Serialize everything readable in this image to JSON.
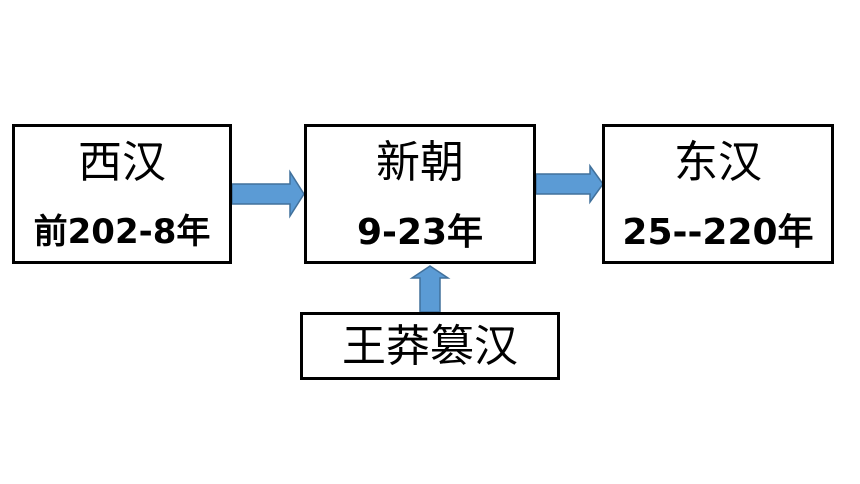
{
  "colors": {
    "arrow_fill": "#5b9bd5",
    "arrow_stroke": "#41719c",
    "box_border": "#000000"
  },
  "nodes": {
    "xihan": {
      "name": "西汉",
      "years": "前202-8年"
    },
    "xinchao": {
      "name": "新朝",
      "years": "9-23年"
    },
    "donghan": {
      "name": "东汉",
      "years": "25--220年"
    },
    "usurp": {
      "name": "王莽篡汉"
    }
  },
  "edges": [
    {
      "from": "xihan",
      "to": "xinchao"
    },
    {
      "from": "xinchao",
      "to": "donghan"
    },
    {
      "from": "usurp",
      "to": "xinchao"
    }
  ]
}
